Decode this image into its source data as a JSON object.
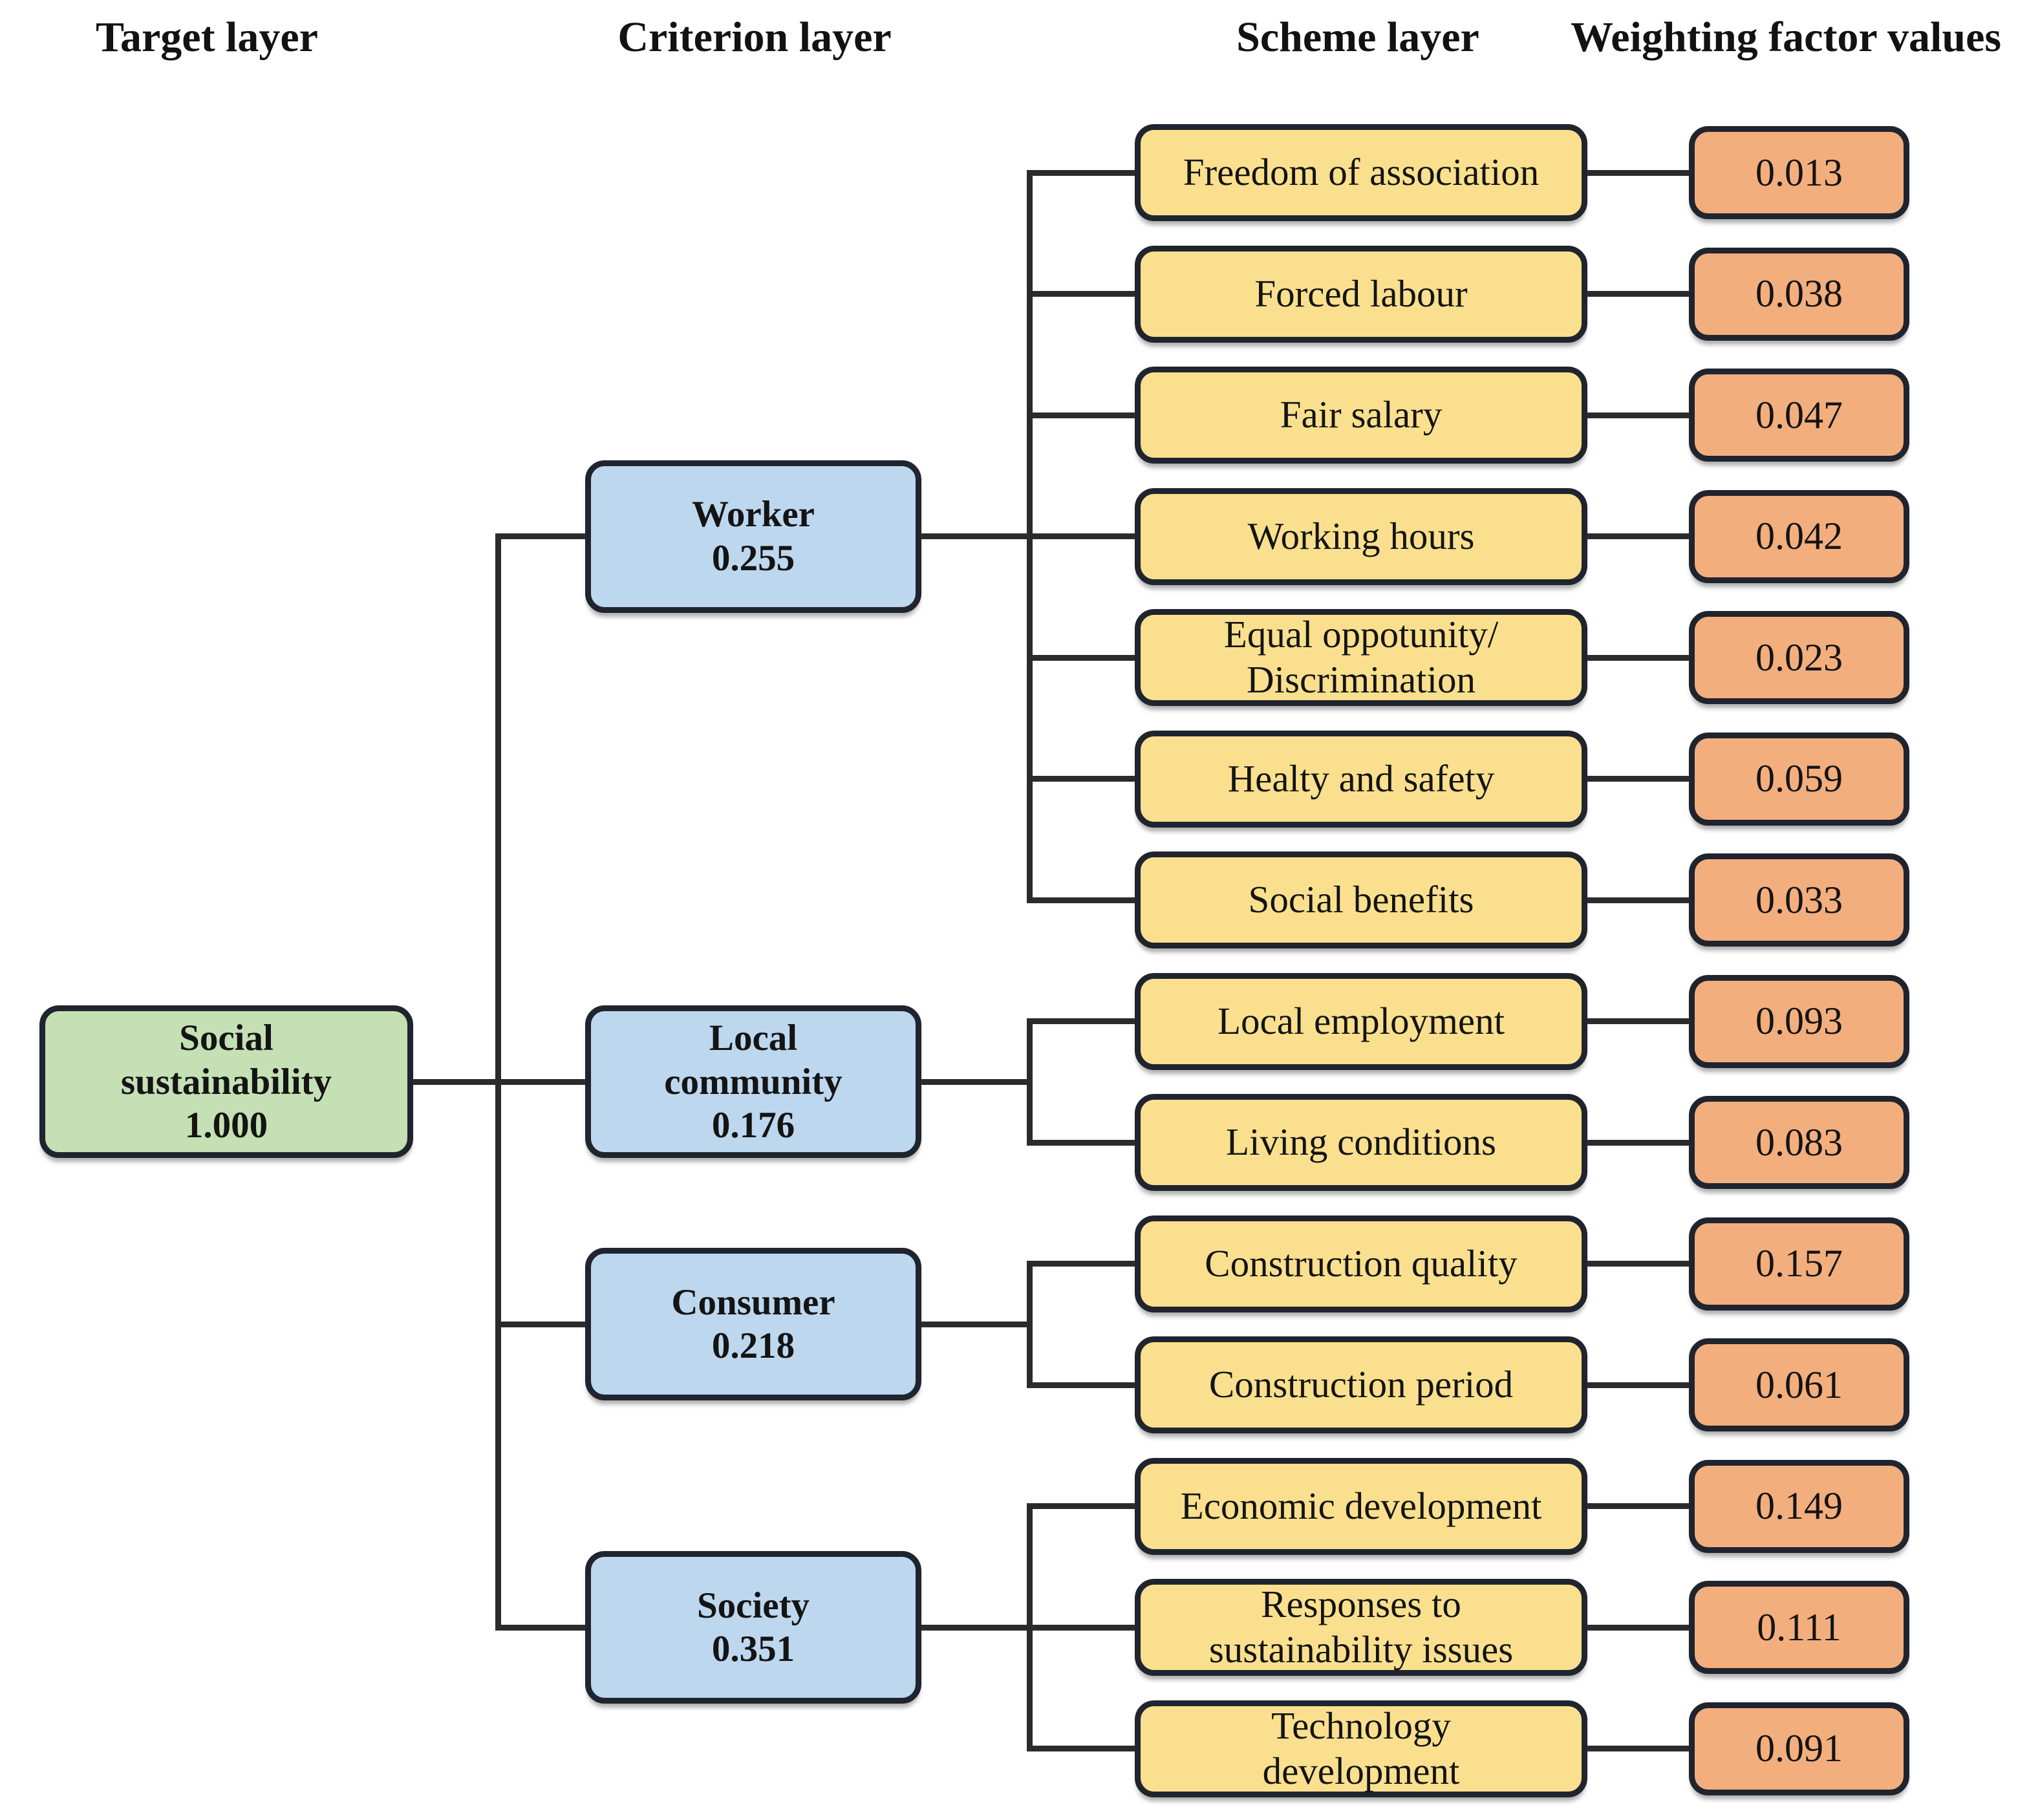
{
  "headers": {
    "target": "Target layer",
    "criterion": "Criterion layer",
    "scheme": "Scheme layer",
    "weighting": "Weighting factor values"
  },
  "target": {
    "lines": [
      "Social",
      "sustainability"
    ],
    "value": "1.000"
  },
  "criteria": [
    {
      "name": "worker",
      "lines": [
        "Worker"
      ],
      "value": "0.255",
      "children": [
        {
          "lines": [
            "Freedom of association"
          ],
          "weight": "0.013"
        },
        {
          "lines": [
            "Forced labour"
          ],
          "weight": "0.038"
        },
        {
          "lines": [
            "Fair salary"
          ],
          "weight": "0.047"
        },
        {
          "lines": [
            "Working hours"
          ],
          "weight": "0.042"
        },
        {
          "lines": [
            "Equal oppotunity/",
            "Discrimination"
          ],
          "weight": "0.023"
        },
        {
          "lines": [
            "Healty and safety"
          ],
          "weight": "0.059"
        },
        {
          "lines": [
            "Social benefits"
          ],
          "weight": "0.033"
        }
      ]
    },
    {
      "name": "local-community",
      "lines": [
        "Local",
        "community"
      ],
      "value": "0.176",
      "children": [
        {
          "lines": [
            "Local employment"
          ],
          "weight": "0.093"
        },
        {
          "lines": [
            "Living conditions"
          ],
          "weight": "0.083"
        }
      ]
    },
    {
      "name": "consumer",
      "lines": [
        "Consumer"
      ],
      "value": "0.218",
      "children": [
        {
          "lines": [
            "Construction quality"
          ],
          "weight": "0.157"
        },
        {
          "lines": [
            "Construction period"
          ],
          "weight": "0.061"
        }
      ]
    },
    {
      "name": "society",
      "lines": [
        "Society"
      ],
      "value": "0.351",
      "children": [
        {
          "lines": [
            "Economic development"
          ],
          "weight": "0.149"
        },
        {
          "lines": [
            "Responses to",
            "sustainability issues"
          ],
          "weight": "0.111"
        },
        {
          "lines": [
            "Technology",
            "development"
          ],
          "weight": "0.091"
        }
      ]
    }
  ],
  "colors": {
    "target_fill": "#C5E0B4",
    "criterion_fill": "#BDD7EE",
    "scheme_fill": "#FAE08E",
    "weight_fill": "#F3AE7E",
    "border": "#1F242E",
    "line": "#2B2B2B"
  }
}
